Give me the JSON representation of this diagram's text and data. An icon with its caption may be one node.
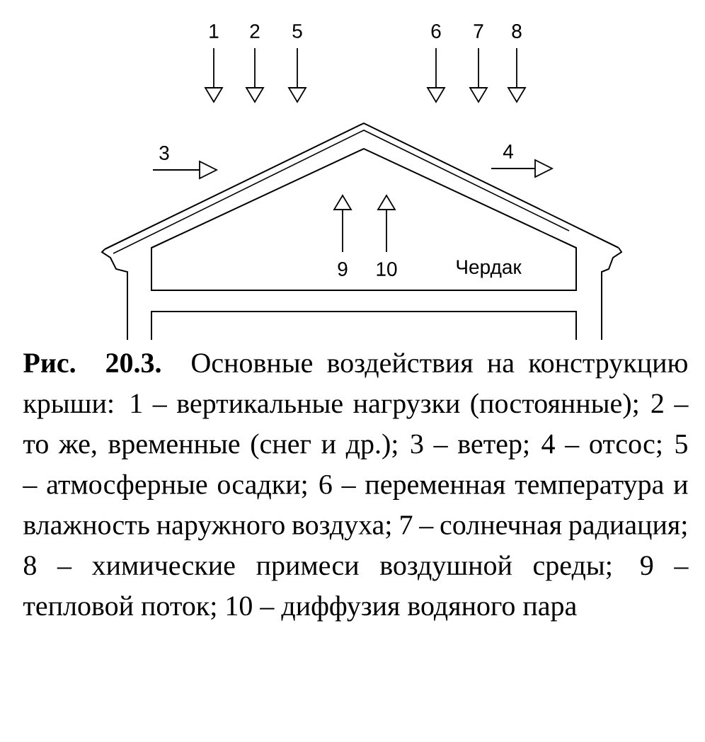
{
  "diagram": {
    "caption": "**Рис. 20.3.** Основные воздействия на конструкцию крыши: 1 – вертикальные нагрузки (постоянные); 2 – то же, временные (снег и др.); 3 – ветер; 4 – отсос; 5 – атмосферные осадки; 6 – переменная температура и влажность наружного воздуха; 7 – солнечная радиация; 8 – химические примеси воздушной среды; 9 – тепловой поток; 10 – диффузия водяного пара",
    "labels": [
      "1",
      "2",
      "5",
      "6",
      "7",
      "8",
      "3",
      "4",
      "9",
      "10",
      "Чердак"
    ]
  }
}
